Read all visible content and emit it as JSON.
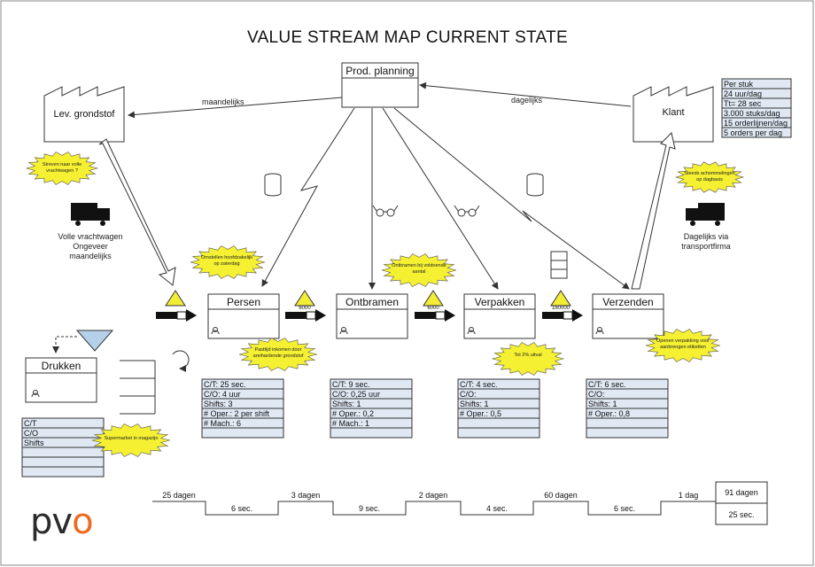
{
  "title": "VALUE STREAM MAP CURRENT STATE",
  "prod_planning": "Prod. planning",
  "supplier": {
    "name": "Lev. grondstof",
    "freq_label": "maandelijks",
    "transport_lines": [
      "Volle vrachtwagen",
      "Ongeveer",
      "maandelijks"
    ]
  },
  "customer": {
    "name": "Klant",
    "freq_label": "dagelijks",
    "transport_lines": [
      "Dagelijks via",
      "transportfirma"
    ],
    "info": [
      "Per stuk",
      "24 uur/dag",
      "Tt= 28 sec",
      "3.000 stuks/dag",
      "15 orderlijnen/dag",
      "5 orders per dag"
    ]
  },
  "processes": [
    {
      "name": "Persen",
      "data": [
        "C/T: 25 sec.",
        "C/O: 4 uur",
        "Shifts: 3",
        "# Oper.: 2 per shift",
        "# Mach.: 6"
      ]
    },
    {
      "name": "Ontbramen",
      "data": [
        "C/T: 9 sec.",
        "C/O: 0,25 uur",
        "Shifts: 1",
        "# Oper.: 0,2",
        "# Mach.: 1"
      ]
    },
    {
      "name": "Verpakken",
      "data": [
        "C/T: 4 sec.",
        "C/O:",
        "Shifts: 1",
        "# Oper.: 0,5",
        ""
      ]
    },
    {
      "name": "Verzenden",
      "data": [
        "C/T: 6 sec.",
        "C/O:",
        "Shifts: 1",
        "# Oper.: 0,8",
        ""
      ]
    }
  ],
  "drukken": {
    "name": "Drukken",
    "data": [
      "C/T",
      "C/O",
      "Shifts",
      "",
      ""
    ]
  },
  "inventory": [
    "6000",
    "6000",
    "160000"
  ],
  "bursts": [
    "Streven naar volle vrachtwagen ?",
    "Omstellen hoofdzakelijk op zaterdag",
    "Ontbramen bij voldoende aantal",
    "Pasttijd inkomen door areihardende grondstof",
    "Tot 2% uitval",
    "Steeds achommelingen op dagbasis",
    "Openen verpakking voor aanbrengen etiketten",
    "Supermarket in magazijn"
  ],
  "timeline": {
    "upper": [
      "25 dagen",
      "3 dagen",
      "2 dagen",
      "60 dagen",
      "1 dag"
    ],
    "lower": [
      "6 sec.",
      "9 sec.",
      "4 sec.",
      "6 sec."
    ],
    "total_days": "91 dagen",
    "total_sec": "25 sec."
  },
  "logo": {
    "main": "pv",
    "accent": "o",
    "accent_color": "#ee6a22"
  }
}
